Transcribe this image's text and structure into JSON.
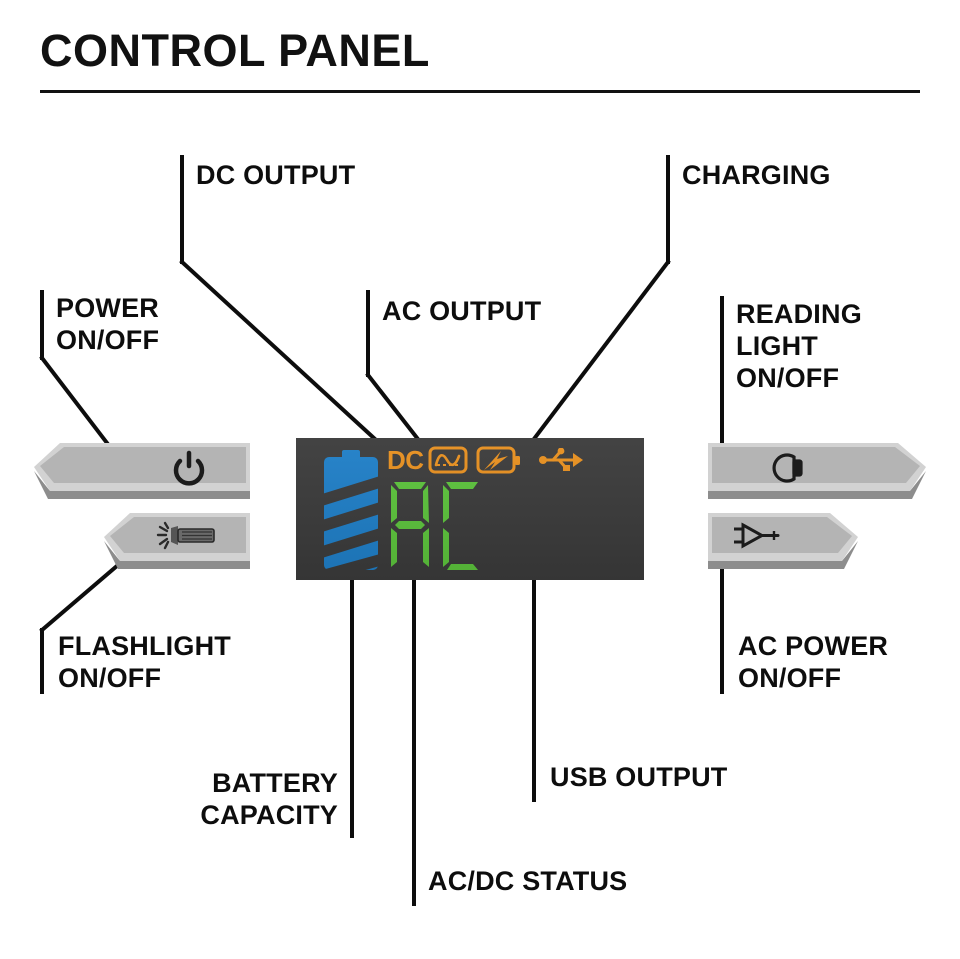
{
  "header": {
    "title": "CONTROL PANEL"
  },
  "callouts": [
    {
      "id": "dc-output",
      "text": "DC OUTPUT",
      "name": "callout-dc-output"
    },
    {
      "id": "charging",
      "text": "CHARGING",
      "name": "callout-charging"
    },
    {
      "id": "power-on-off",
      "text": "POWER\nON/OFF",
      "name": "callout-power-on-off"
    },
    {
      "id": "ac-output",
      "text": "AC OUTPUT",
      "name": "callout-ac-output"
    },
    {
      "id": "reading-light",
      "text": "READING\nLIGHT\nON/OFF",
      "name": "callout-reading-light-on-off"
    },
    {
      "id": "flashlight",
      "text": "FLASHLIGHT\nON/OFF",
      "name": "callout-flashlight-on-off"
    },
    {
      "id": "ac-power",
      "text": "AC POWER\nON/OFF",
      "name": "callout-ac-power-on-off"
    },
    {
      "id": "battery-capacity",
      "text": "BATTERY\nCAPACITY",
      "name": "callout-battery-capacity"
    },
    {
      "id": "usb-output",
      "text": "USB OUTPUT",
      "name": "callout-usb-output"
    },
    {
      "id": "acdc-status",
      "text": "AC/DC STATUS",
      "name": "callout-acdc-status"
    }
  ],
  "display": {
    "dc_indicator": "DC",
    "acdc_readout": "AC",
    "icons": {
      "battery": "battery-icon",
      "ac_wave": "ac-output-icon",
      "charging": "charging-icon",
      "usb": "usb-output-icon"
    },
    "colors": {
      "panel_background": "#3b3b3b",
      "battery_blue": "#1f7fc8",
      "readout_green": "#5cc43c",
      "indicator_orange": "#e8901f"
    }
  },
  "buttons": {
    "power": {
      "label": "POWER ON/OFF",
      "icon": "power-icon"
    },
    "flashlight": {
      "label": "FLASHLIGHT ON/OFF",
      "icon": "flashlight-icon"
    },
    "reading_light": {
      "label": "READING LIGHT ON/OFF",
      "icon": "light-bulb-icon"
    },
    "ac_power": {
      "label": "AC POWER ON/OFF",
      "icon": "ac-plug-icon"
    },
    "colors": {
      "face": "#b4b4b4",
      "bevel_light": "#d2d2d2",
      "bevel_dark": "#8d8d8d"
    }
  }
}
